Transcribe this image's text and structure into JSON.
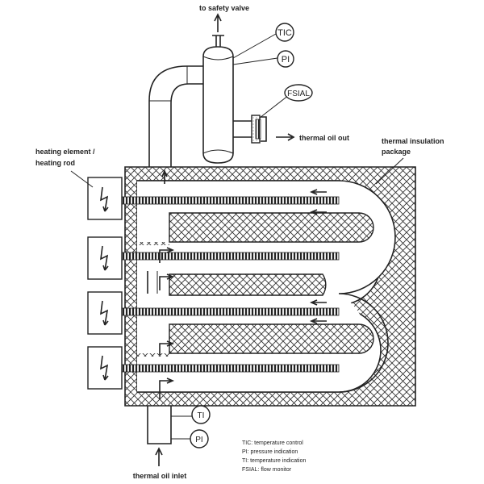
{
  "labels": {
    "safety_valve": "to safety valve",
    "thermal_oil_out": "thermal oil out",
    "thermal_oil_inlet": "thermal oil inlet",
    "heating_element_1": "heating element /",
    "heating_element_2": "heating rod",
    "insulation_1": "thermal insulation",
    "insulation_2": "package"
  },
  "instruments": {
    "tic": "TIC",
    "pi_top": "PI",
    "fsial": "FSIAL",
    "ti": "TI",
    "pi_bottom": "PI"
  },
  "legend": [
    "TIC: temperature control",
    "PI: pressure indication",
    "TI: temperature indication",
    "FSIAL: flow monitor"
  ]
}
